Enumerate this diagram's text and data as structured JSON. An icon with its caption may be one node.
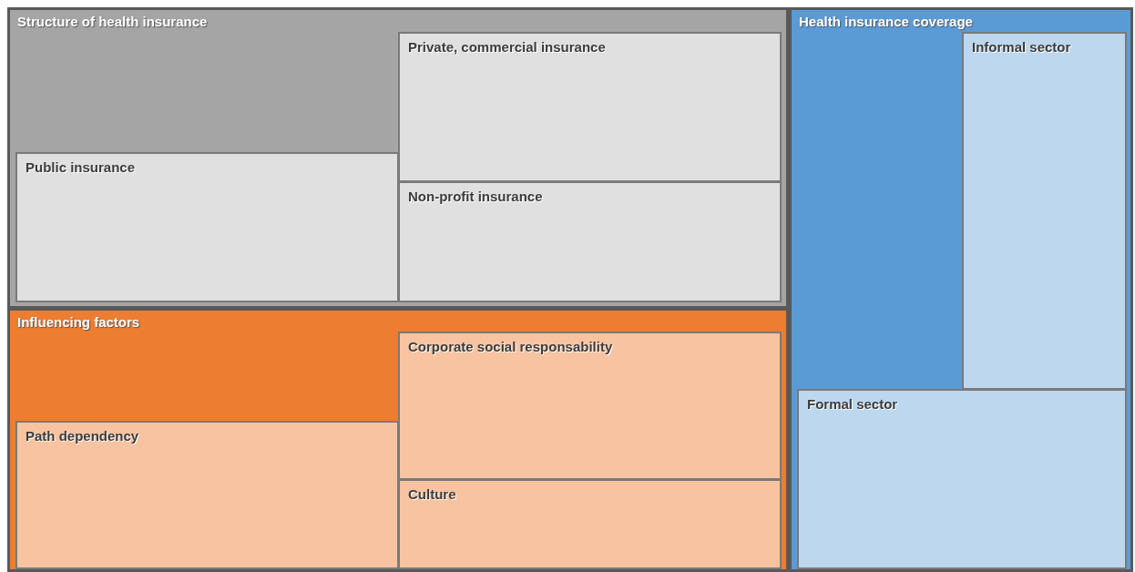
{
  "diagram": {
    "nodes": [
      {
        "text": [
          "Structure of health insurance"
        ]
      },
      {
        "text": [
          "Private, commercial insurance"
        ],
        "in": 0
      },
      {
        "text": [
          "Public insurance"
        ],
        "in": 0
      },
      {
        "text": [
          "Non-profit insurance"
        ],
        "in": 0
      },
      {
        "text": [
          "Influencing factors"
        ]
      },
      {
        "text": [
          "Corporate social responsability"
        ],
        "in": 4
      },
      {
        "text": [
          "Path dependency"
        ],
        "in": 4
      },
      {
        "text": [
          "Culture"
        ],
        "in": 4
      },
      {
        "text": [
          "Health insurance coverage"
        ]
      },
      {
        "text": [
          "Informal sector"
        ],
        "in": 8
      },
      {
        "text": [
          "Formal sector"
        ],
        "in": 8
      }
    ]
  }
}
